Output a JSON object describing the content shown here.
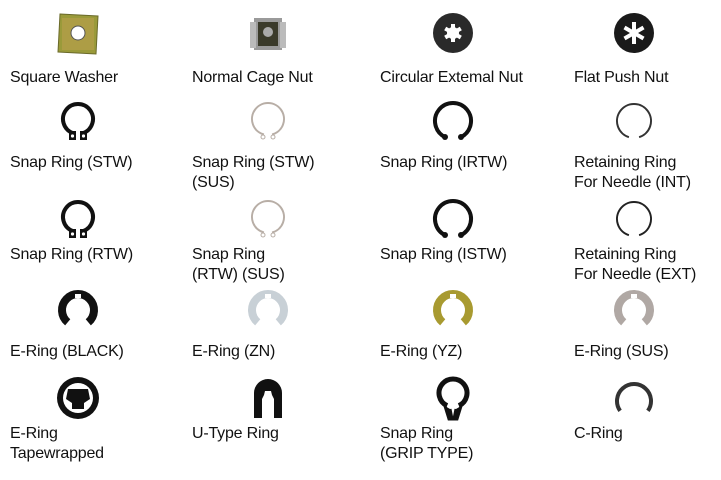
{
  "items": [
    {
      "label": "Square Washer",
      "icon": "square-washer",
      "color": "#9a9a3a"
    },
    {
      "label": "Normal Cage Nut",
      "icon": "cage-nut",
      "color": "#3a3a2a"
    },
    {
      "label": "Circular Extemal Nut",
      "icon": "star-nut",
      "color": "#2a2a2a"
    },
    {
      "label": "Flat Push Nut",
      "icon": "push-nut",
      "color": "#1a1a1a"
    },
    {
      "label": "Snap Ring (STW)",
      "icon": "snap-ring-ext",
      "color": "#111111"
    },
    {
      "label": "Snap Ring (STW)\n(SUS)",
      "icon": "snap-ring-ext-thin",
      "color": "#b8aea6"
    },
    {
      "label": "Snap Ring (IRTW)",
      "icon": "snap-ring-int",
      "color": "#111111"
    },
    {
      "label": "Retaining Ring\nFor Needle (INT)",
      "icon": "thin-ring",
      "color": "#333333"
    },
    {
      "label": "Snap Ring (RTW)",
      "icon": "snap-ring-ext",
      "color": "#111111"
    },
    {
      "label": "Snap Ring\n(RTW) (SUS)",
      "icon": "snap-ring-ext-thin",
      "color": "#b8aea6"
    },
    {
      "label": "Snap Ring (ISTW)",
      "icon": "snap-ring-int",
      "color": "#111111"
    },
    {
      "label": "Retaining Ring\nFor Needle (EXT)",
      "icon": "thin-ring",
      "color": "#222222"
    },
    {
      "label": "E-Ring (BLACK)",
      "icon": "e-ring",
      "color": "#111111"
    },
    {
      "label": "E-Ring (ZN)",
      "icon": "e-ring",
      "color": "#c8d0d6"
    },
    {
      "label": "E-Ring (YZ)",
      "icon": "e-ring",
      "color": "#a89a30"
    },
    {
      "label": "E-Ring (SUS)",
      "icon": "e-ring",
      "color": "#b0a8a4"
    },
    {
      "label": "E-Ring\nTapewrapped",
      "icon": "e-ring-wrapped",
      "color": "#111111"
    },
    {
      "label": "U-Type Ring",
      "icon": "u-ring",
      "color": "#111111"
    },
    {
      "label": "Snap Ring\n(GRIP TYPE)",
      "icon": "grip-ring",
      "color": "#111111"
    },
    {
      "label": "C-Ring",
      "icon": "c-ring",
      "color": "#333333"
    }
  ]
}
